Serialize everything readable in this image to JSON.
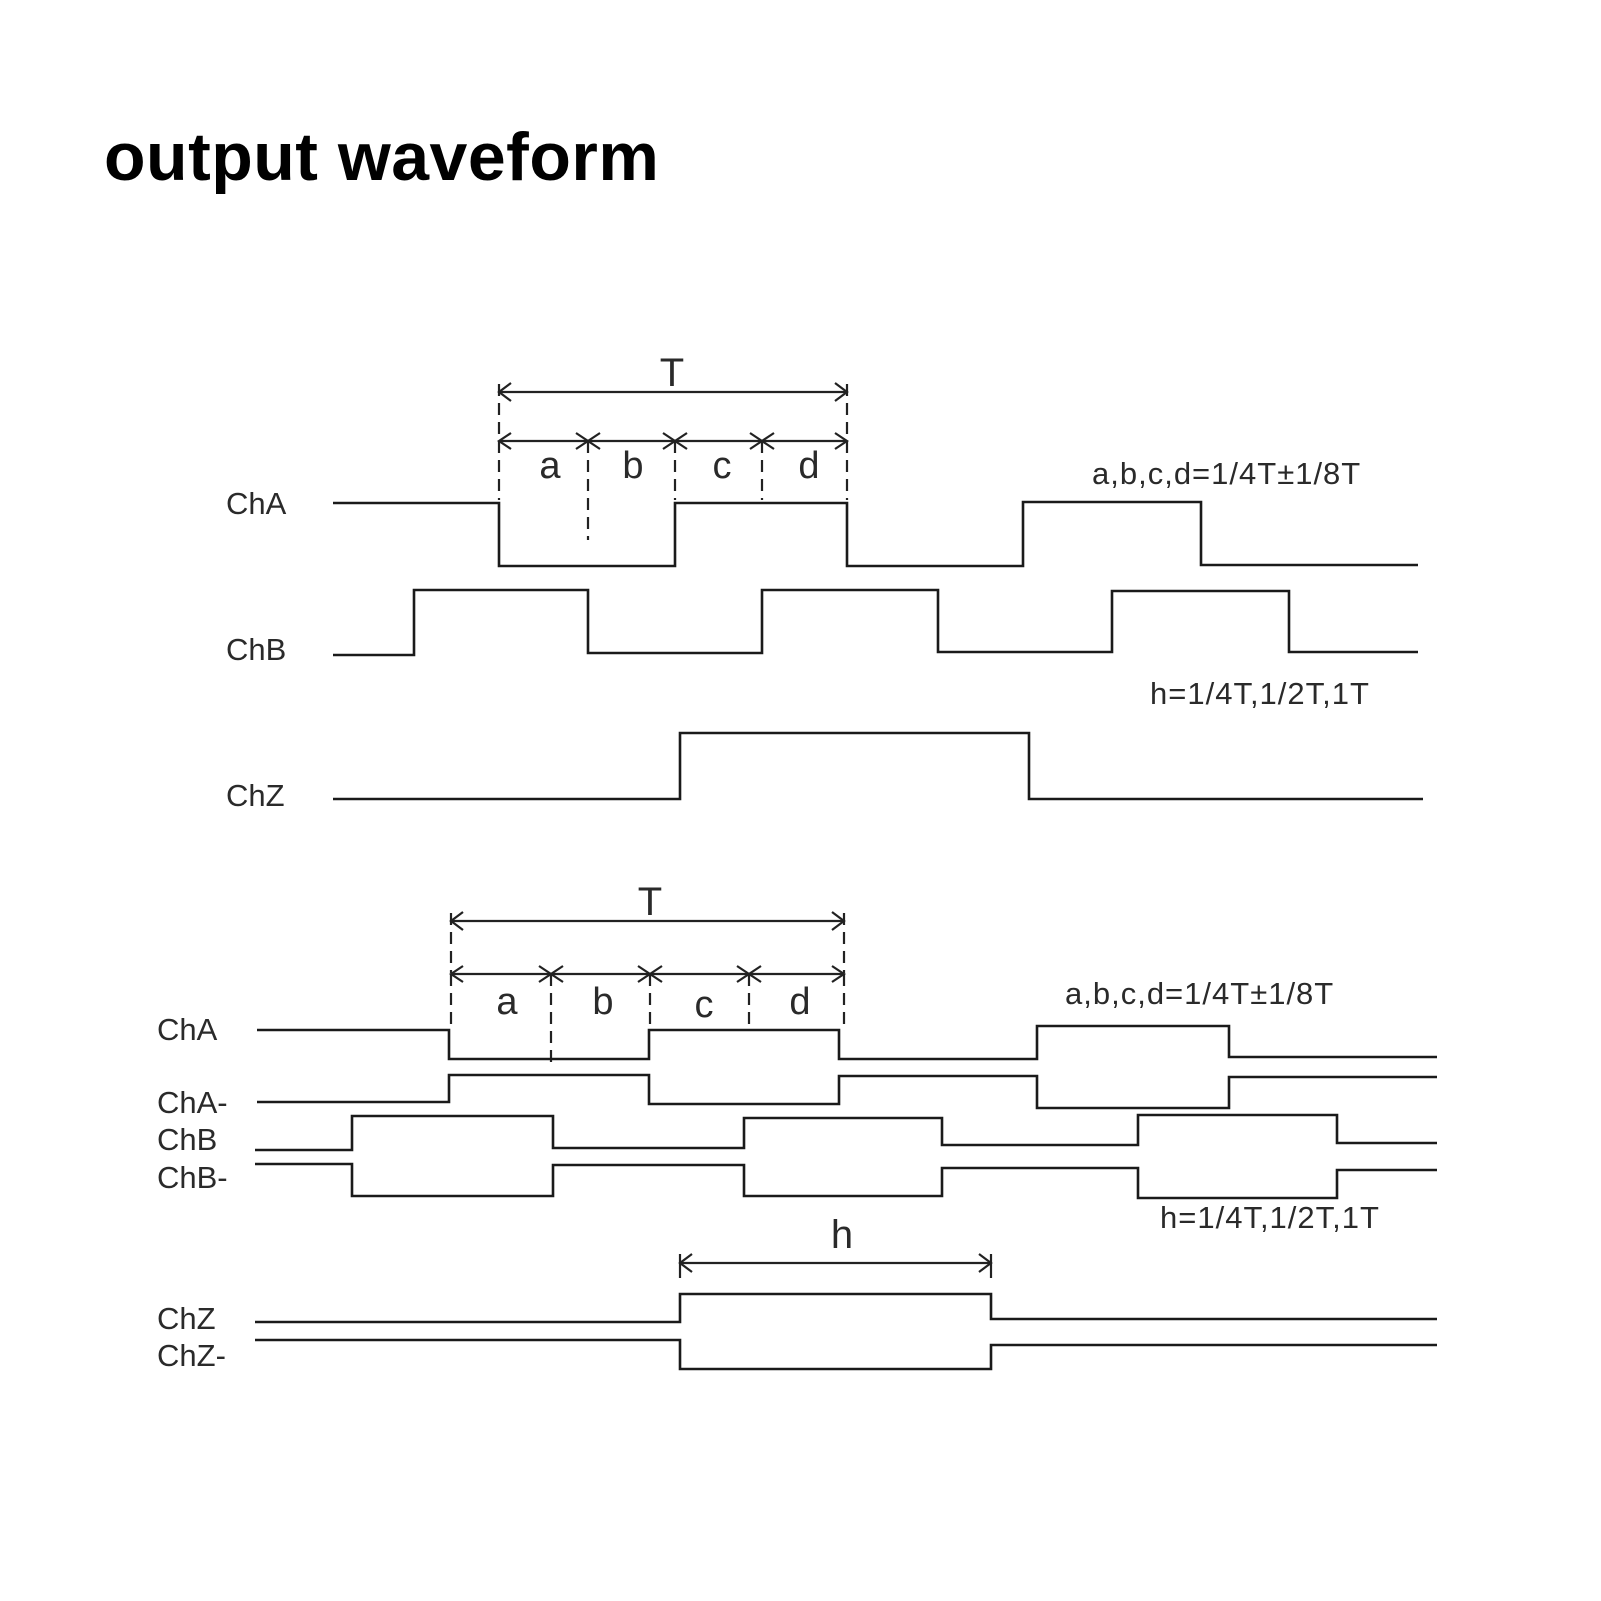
{
  "title": "output waveform",
  "diagram1": {
    "channels": [
      "ChA",
      "ChB",
      "ChZ"
    ],
    "period_label": "T",
    "segments": [
      "a",
      "b",
      "c",
      "d"
    ],
    "note_abcd": "a,b,c,d=1/4T±1/8T",
    "note_h": "h=1/4T,1/2T,1T"
  },
  "diagram2": {
    "channels": [
      "ChA",
      "ChA-",
      "ChB",
      "ChB-",
      "ChZ",
      "ChZ-"
    ],
    "period_label": "T",
    "segments": [
      "a",
      "b",
      "c",
      "d"
    ],
    "note_abcd": "a,b,c,d=1/4T±1/8T",
    "note_h": "h=1/4T,1/2T,1T",
    "h_label": "h"
  }
}
